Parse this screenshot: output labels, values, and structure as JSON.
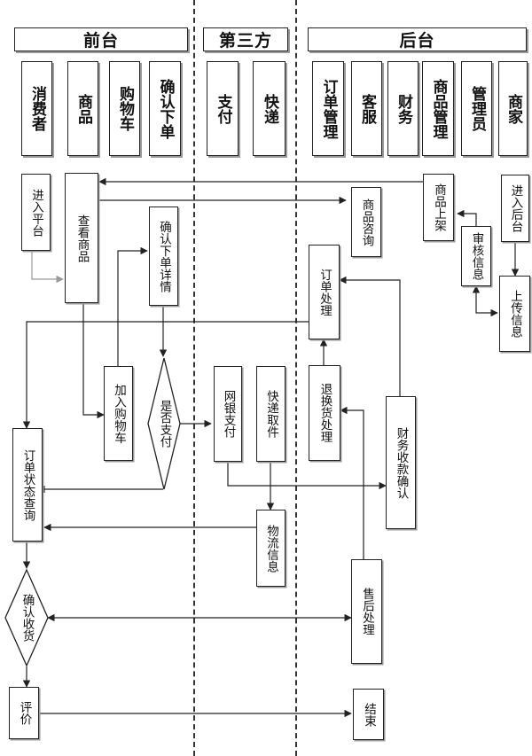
{
  "lanes": {
    "front": "前台",
    "third": "第三方",
    "back": "后台"
  },
  "roles": {
    "consumer": "消费者",
    "goods": "商品",
    "cart": "购物车",
    "confirm_order": "确认下单",
    "payment": "支付",
    "express": "快递",
    "order_mgmt": "订单管理",
    "service": "客服",
    "finance": "财务",
    "goods_mgmt": "商品管理",
    "admin": "管理员",
    "merchant": "商家"
  },
  "nodes": {
    "enter_platform": "进入平台",
    "view_goods": "查看商品",
    "confirm_detail": "确认下单详情",
    "add_cart": "加入购物车",
    "paid": "是否支付",
    "order_status": "订单状态查询",
    "confirm_receipt": "确认收货",
    "review": "评价",
    "online_pay": "网银支付",
    "pickup": "快递取件",
    "logistics": "物流信息",
    "goods_consult": "商品咨询",
    "order_process": "订单处理",
    "return_process": "退换货处理",
    "after_sale": "售后处理",
    "finance_confirm": "财务收款确认",
    "end": "结束",
    "goods_shelf": "商品上架",
    "audit": "审核信息",
    "enter_backend": "进入后台",
    "upload_info": "上传信息"
  }
}
